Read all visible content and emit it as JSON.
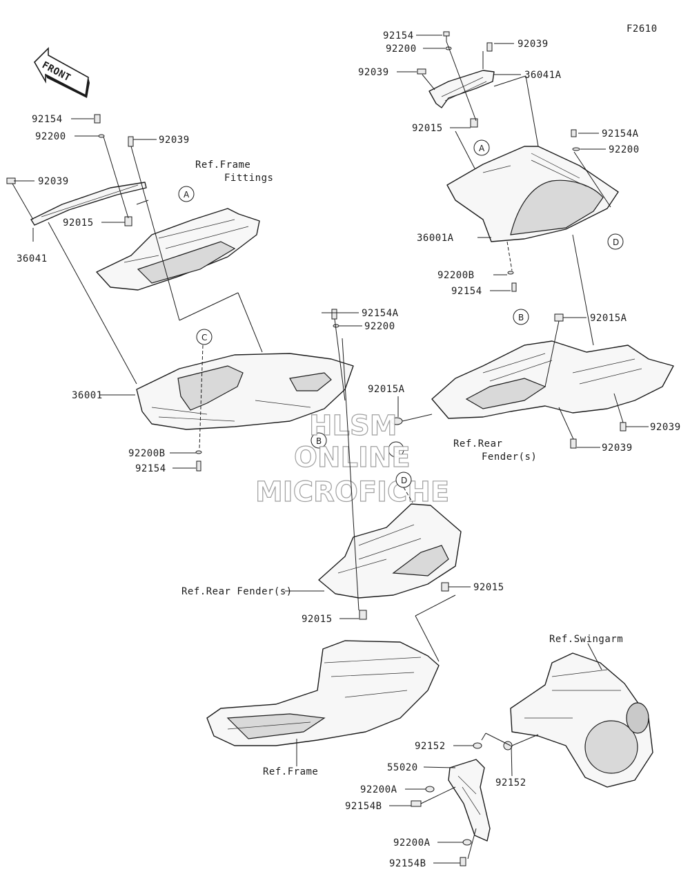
{
  "figure_code": "F2610",
  "front_label": "FRONT",
  "callouts": {
    "A": "A",
    "B": "B",
    "C": "C",
    "D": "D"
  },
  "labels": {
    "l_92154_top": "92154",
    "l_92200_top": "92200",
    "l_92039_topright": "92039",
    "l_92039_topleft": "92039",
    "l_36041A": "36041A",
    "l_92015_top": "92015",
    "l_92154A_right": "92154A",
    "l_92200_right": "92200",
    "l_36001A": "36001A",
    "l_92200B_right": "92200B",
    "l_92154_right": "92154",
    "l_92015A_right": "92015A",
    "l_92154_left": "92154",
    "l_92200_left": "92200",
    "l_92039_left_a": "92039",
    "l_92039_left_b": "92039",
    "l_ref_frame_fittings_1": "Ref.Frame",
    "l_ref_frame_fittings_2": "Fittings",
    "l_92015_left": "92015",
    "l_36041": "36041",
    "l_92154A_mid": "92154A",
    "l_92200_mid": "92200",
    "l_36001": "36001",
    "l_92015A_mid": "92015A",
    "l_92200B_left": "92200B",
    "l_92154_left_low": "92154",
    "l_92039_mid_right": "92039",
    "l_92039_mid_right2": "92039",
    "l_ref_rear_fender_1": "Ref.Rear",
    "l_ref_rear_fender_2": "Fender(s)",
    "l_ref_rear_fender_line": "Ref.Rear Fender(s)",
    "l_92015_lower_right": "92015",
    "l_92015_lower_left": "92015",
    "l_ref_swingarm": "Ref.Swingarm",
    "l_ref_frame": "Ref.Frame",
    "l_92152_left": "92152",
    "l_92152_right": "92152",
    "l_55020": "55020",
    "l_92200A_top": "92200A",
    "l_92154B_top": "92154B",
    "l_92200A_bottom": "92200A",
    "l_92154B_bottom": "92154B"
  },
  "watermark": {
    "line1": "HLSM",
    "line2": "ONLINE",
    "line3": "MICROFICHE"
  }
}
